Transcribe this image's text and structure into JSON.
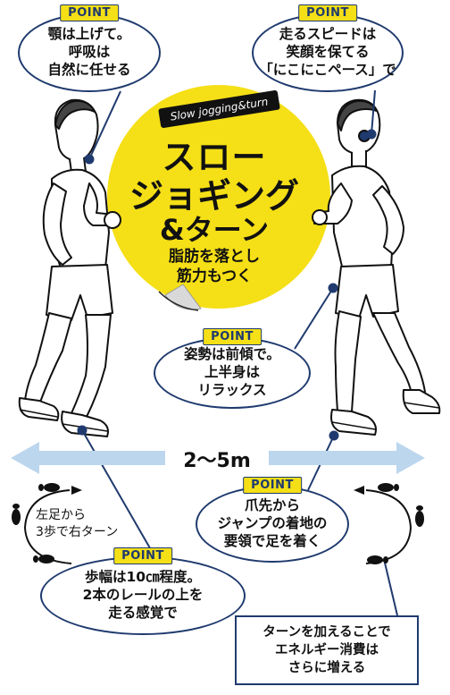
{
  "title": {
    "badge": "Slow jogging&turn",
    "line1": "スロー",
    "line2": "ジョギング",
    "line3": "&ターン",
    "subtitle": "脂肪を落とし\n筋力もつく"
  },
  "points": [
    {
      "tag": "POINT",
      "text": "顎は上げて。\n呼吸は\n自然に任せる"
    },
    {
      "tag": "POINT",
      "text": "走るスピードは\n笑顔を保てる\n「にこにこペース」で"
    },
    {
      "tag": "POINT",
      "text": "姿勢は前傾で。\n上半身は\nリラックス"
    },
    {
      "tag": "POINT",
      "text": "爪先から\nジャンプの着地の\n要領で足を着く"
    },
    {
      "tag": "POINT",
      "text": "歩幅は10㎝程度。\n2本のレールの上を\n走る感覚で"
    }
  ],
  "distance": "2〜5m",
  "turn_label": "左足から\n3歩で右ターン",
  "note": "ターンを加えることで\nエネルギー消費は\nさらに増える",
  "colors": {
    "accent_yellow": "#f5df16",
    "navy": "#1f3a6e",
    "arrow_blue": "#bcd6ee"
  }
}
